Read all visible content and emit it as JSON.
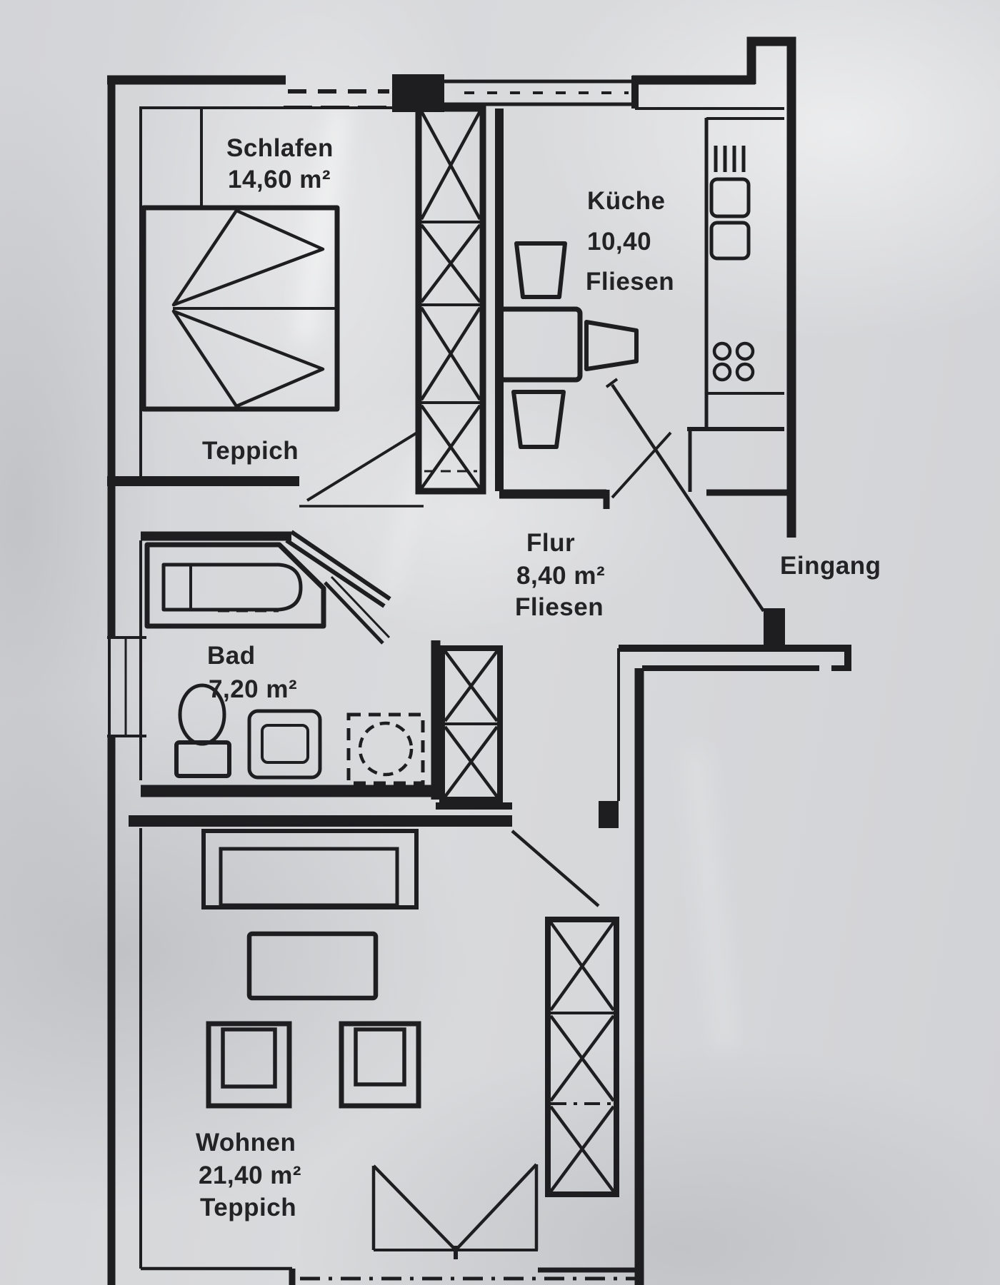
{
  "palette": {
    "paper": "#d4d5d8",
    "ink": "#1e1e20",
    "label_text": "#232325"
  },
  "rooms": {
    "schlafen": {
      "name": "Schlafen",
      "area": "14,60 m²",
      "floor": "Teppich"
    },
    "kueche": {
      "name": "Küche",
      "area": "10,40",
      "floor": "Fliesen"
    },
    "flur": {
      "name": "Flur",
      "area": "8,40 m²",
      "floor": "Fliesen"
    },
    "bad": {
      "name": "Bad",
      "area": "7,20 m²"
    },
    "wohnen": {
      "name": "Wohnen",
      "area": "21,40 m²",
      "floor": "Teppich"
    }
  },
  "entrance_label": "Eingang",
  "fixtures": [
    "bed",
    "wardrobe",
    "kitchen-table",
    "kitchen-chairs",
    "kitchen-counter",
    "cooktop",
    "kitchen-sink",
    "bathtub",
    "toilet",
    "washbasin",
    "washing-machine",
    "hall-closet",
    "living-closet",
    "sideboard",
    "lounge-table",
    "armchairs",
    "balcony-double-door",
    "windows",
    "door-swings"
  ]
}
